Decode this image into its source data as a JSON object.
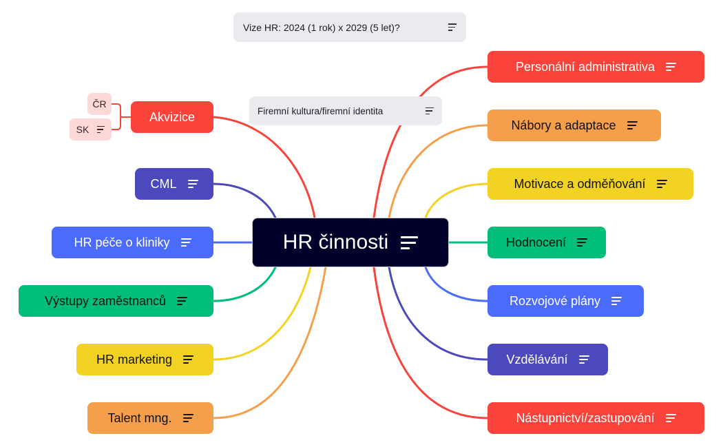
{
  "colors": {
    "red": "#f9433b",
    "orange": "#f59f4c",
    "yellow": "#f2d223",
    "green": "#00bd7a",
    "blue": "#4a6bfd",
    "indigo": "#4b49bd",
    "center_bg": "#00002a",
    "note_bg": "#ebeaee",
    "sub_bg": "#fcd9d7"
  },
  "center": {
    "label": "HR činnosti",
    "icon": "notes-icon"
  },
  "notes": [
    {
      "label": "Vize HR: 2024 (1 rok) x 2029 (5 let)?",
      "icon": "notes-icon"
    },
    {
      "label": "Firemní kultura/firemní identita",
      "icon": "notes-icon"
    }
  ],
  "left_branches": [
    {
      "label": "Akvizice",
      "color": "#f9433b",
      "has_notes": false,
      "children": [
        {
          "label": "ČR",
          "has_notes": false
        },
        {
          "label": "SK",
          "has_notes": true
        }
      ]
    },
    {
      "label": "CML",
      "color": "#4b49bd",
      "has_notes": true
    },
    {
      "label": "HR péče o kliniky",
      "color": "#4a6bfd",
      "has_notes": true
    },
    {
      "label": "Výstupy zaměstnanců",
      "color": "#00bd7a",
      "has_notes": true
    },
    {
      "label": "HR marketing",
      "color": "#f2d223",
      "has_notes": true
    },
    {
      "label": "Talent mng.",
      "color": "#f59f4c",
      "has_notes": true
    }
  ],
  "right_branches": [
    {
      "label": "Personální administrativa",
      "color": "#f9433b",
      "has_notes": true
    },
    {
      "label": "Nábory a adaptace",
      "color": "#f59f4c",
      "has_notes": true
    },
    {
      "label": "Motivace a odměňování",
      "color": "#f2d223",
      "has_notes": true
    },
    {
      "label": "Hodnocení",
      "color": "#00bd7a",
      "has_notes": true
    },
    {
      "label": "Rozvojové plány",
      "color": "#4a6bfd",
      "has_notes": true
    },
    {
      "label": "Vzdělávání",
      "color": "#4b49bd",
      "has_notes": true
    },
    {
      "label": "Nástupnictví/zastupování",
      "color": "#f9433b",
      "has_notes": true
    }
  ]
}
